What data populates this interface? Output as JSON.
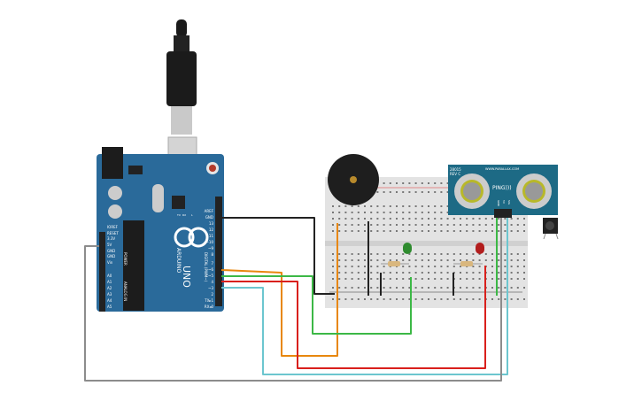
{
  "arduino": {
    "brand": "ARDUINO",
    "model": "UNO",
    "header_digital": [
      "AREF",
      "GND",
      "13",
      "12",
      "~11",
      "~10",
      "~9",
      "8",
      "7",
      "~6",
      "~5",
      "4",
      "~3",
      "2",
      "TX▸1",
      "RX◂0"
    ],
    "header_power": [
      "IOREF",
      "RESET",
      "3.3V",
      "5V",
      "GND",
      "GND",
      "Vin"
    ],
    "header_analog": [
      "A0",
      "A1",
      "A2",
      "A3",
      "A4",
      "A5"
    ],
    "power_label": "POWER",
    "analog_label": "ANALOG IN",
    "digital_label": "DIGITAL (PWM~)",
    "led_labels": [
      "TX",
      "RX",
      "L"
    ],
    "board_color": "#2a6a9a"
  },
  "sensor": {
    "model_code": "28015",
    "rev": "REV C",
    "website": "WWW.PARALLAX.COM",
    "name": "PING)))",
    "pins": [
      "GND",
      "5V",
      "SIG"
    ],
    "color": "#1d6a85"
  },
  "wires": {
    "black": "#222222",
    "orange": "#e8870e",
    "green": "#3cb846",
    "red": "#d9201c",
    "cyan": "#6cc6cf",
    "gray": "#8c8c8c"
  }
}
